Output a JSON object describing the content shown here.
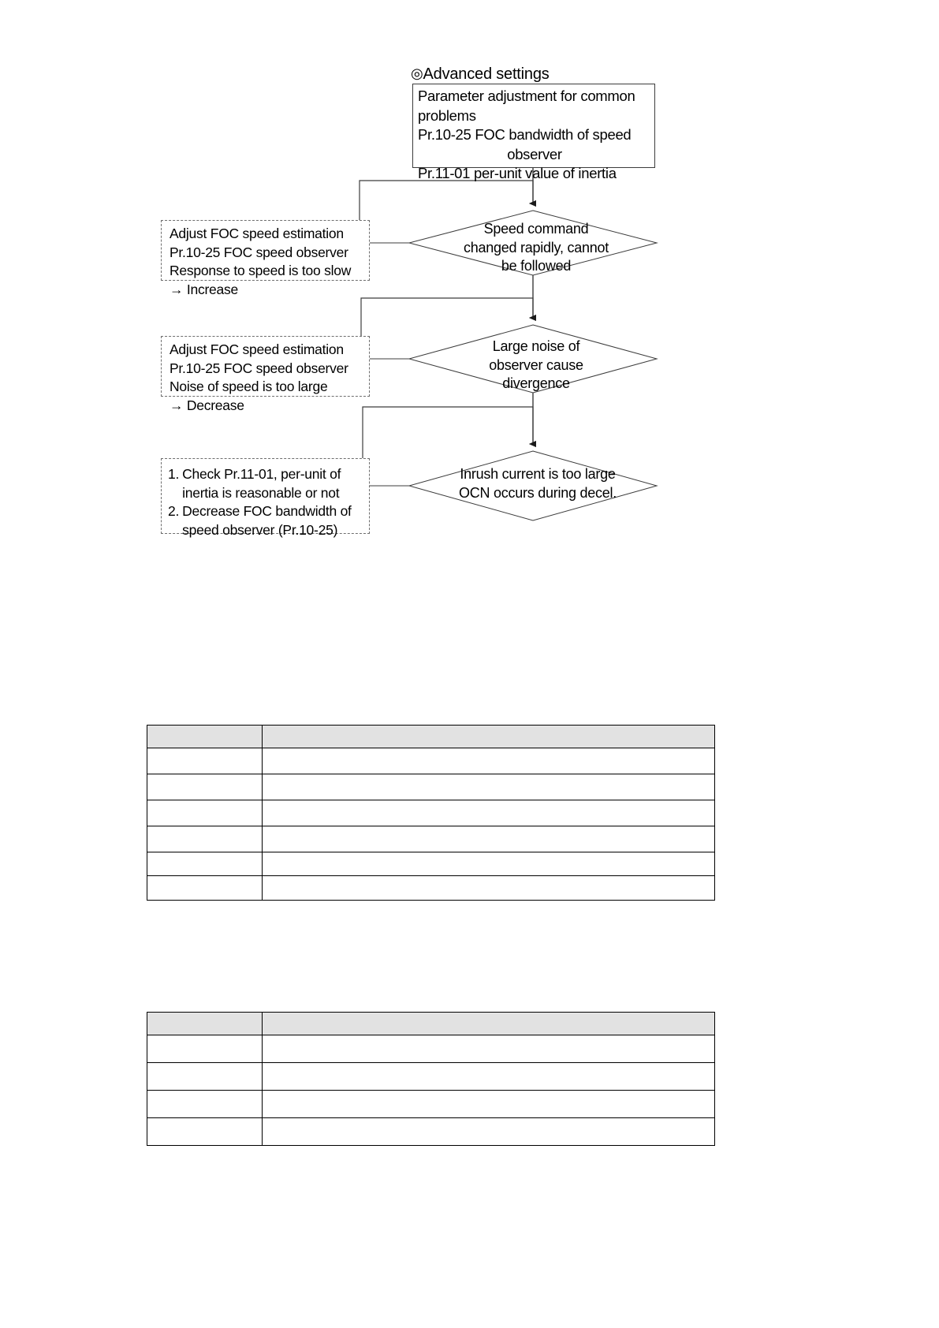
{
  "flowchart": {
    "heading": {
      "marker": "◎",
      "text": "Advanced settings"
    },
    "header_box": {
      "name": "parameter-adjustment-header",
      "line1": "Parameter adjustment for common",
      "line2": "problems",
      "line3": "Pr.10-25 FOC bandwidth of speed",
      "line4": "observer",
      "line5": "Pr.11-01 per-unit value of inertia"
    },
    "decisions": [
      {
        "id": "speed-command",
        "label": "Speed command\nchanged rapidly, cannot\nbe followed"
      },
      {
        "id": "observer-noise",
        "label": "Large noise of\nobserver cause\ndivergence"
      },
      {
        "id": "inrush-current",
        "label": "Inrush current is too large\nOCN occurs during decel."
      }
    ],
    "actions": [
      {
        "id": "adjust-speed-response",
        "line1": "Adjust FOC speed estimation",
        "line2": "Pr.10-25 FOC speed observer",
        "line3": "Response to speed is too slow",
        "line4": "→ Increase"
      },
      {
        "id": "adjust-speed-noise",
        "line1": "Adjust FOC speed estimation",
        "line2": "Pr.10-25 FOC speed observer",
        "line3": "Noise of speed is too large",
        "line4": "→ Decrease"
      },
      {
        "id": "check-inertia",
        "item1_num": "1.",
        "item1_text": "Check Pr.11-01, per-unit of inertia is reasonable or not",
        "item2_num": "2.",
        "item2_text": "Decrease FOC bandwidth of speed observer (Pr.10-25)"
      }
    ]
  },
  "tables": [
    {
      "id": "table-1",
      "header": {
        "col_a": "",
        "col_b": ""
      },
      "rows": [
        {
          "col_a": "",
          "col_b": ""
        },
        {
          "col_a": "",
          "col_b": ""
        },
        {
          "col_a": "",
          "col_b": ""
        },
        {
          "col_a": "",
          "col_b": ""
        },
        {
          "col_a": "",
          "col_b": ""
        },
        {
          "col_a": "",
          "col_b": ""
        }
      ]
    },
    {
      "id": "table-2",
      "header": {
        "col_a": "",
        "col_b": ""
      },
      "rows": [
        {
          "col_a": "",
          "col_b": ""
        },
        {
          "col_a": "",
          "col_b": ""
        },
        {
          "col_a": "",
          "col_b": ""
        },
        {
          "col_a": "",
          "col_b": ""
        }
      ]
    }
  ],
  "colors": {
    "line": "#3c3c3c",
    "dashed_line": "#6e6e6e",
    "table_border": "#000000",
    "table_header_fill": "#e2e2e2",
    "page_background": "#ffffff"
  }
}
